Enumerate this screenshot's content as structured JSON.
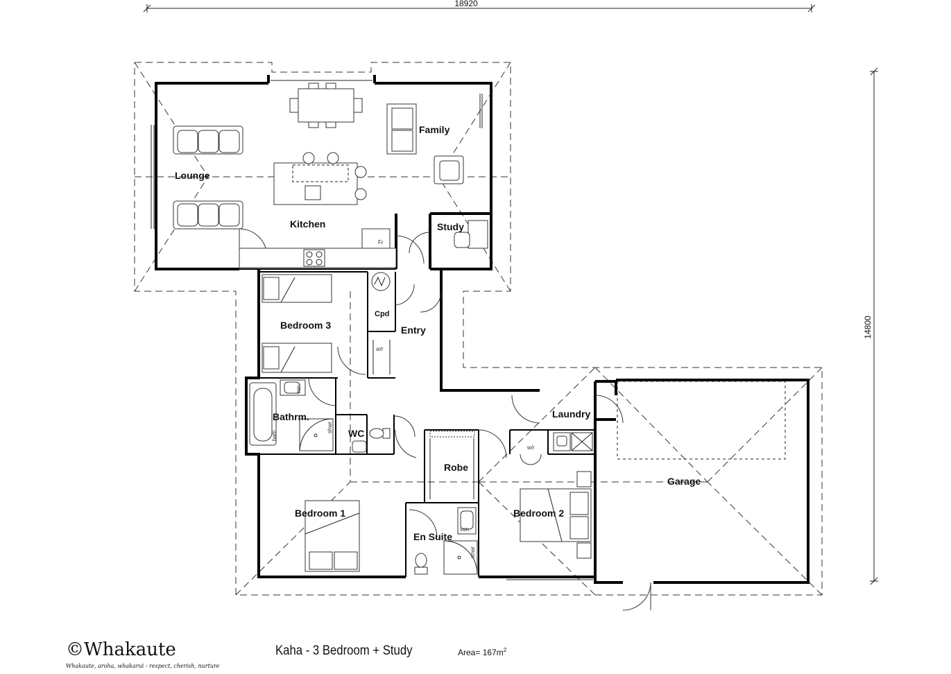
{
  "title_block": {
    "brand": "©Whakaute",
    "tagline": "Whakaute, aroha, whakarui - respect, cherish, nurture",
    "plan_name": "Kaha - 3 Bedroom + Study",
    "area_label": "Area= 167m",
    "area_sup": "2"
  },
  "dimensions": {
    "width": "18920",
    "depth": "14800"
  },
  "rooms": {
    "lounge": "Lounge",
    "family": "Family",
    "kitchen": "Kitchen",
    "study": "Study",
    "bedroom3": "Bedroom 3",
    "cpd": "Cpd",
    "entry": "Entry",
    "wr_hall": "w/r",
    "bathroom": "Bathrm.",
    "wc": "WC",
    "laundry": "Laundry",
    "robe": "Robe",
    "wr_bed2": "w/r",
    "garage": "Garage",
    "bedroom1": "Bedroom 1",
    "ensuite": "En Suite",
    "bedroom2": "Bedroom 2"
  },
  "fixture_labels": {
    "fr": "Fr",
    "van": "van.",
    "shwr": "shwr",
    "bath": "bath"
  }
}
